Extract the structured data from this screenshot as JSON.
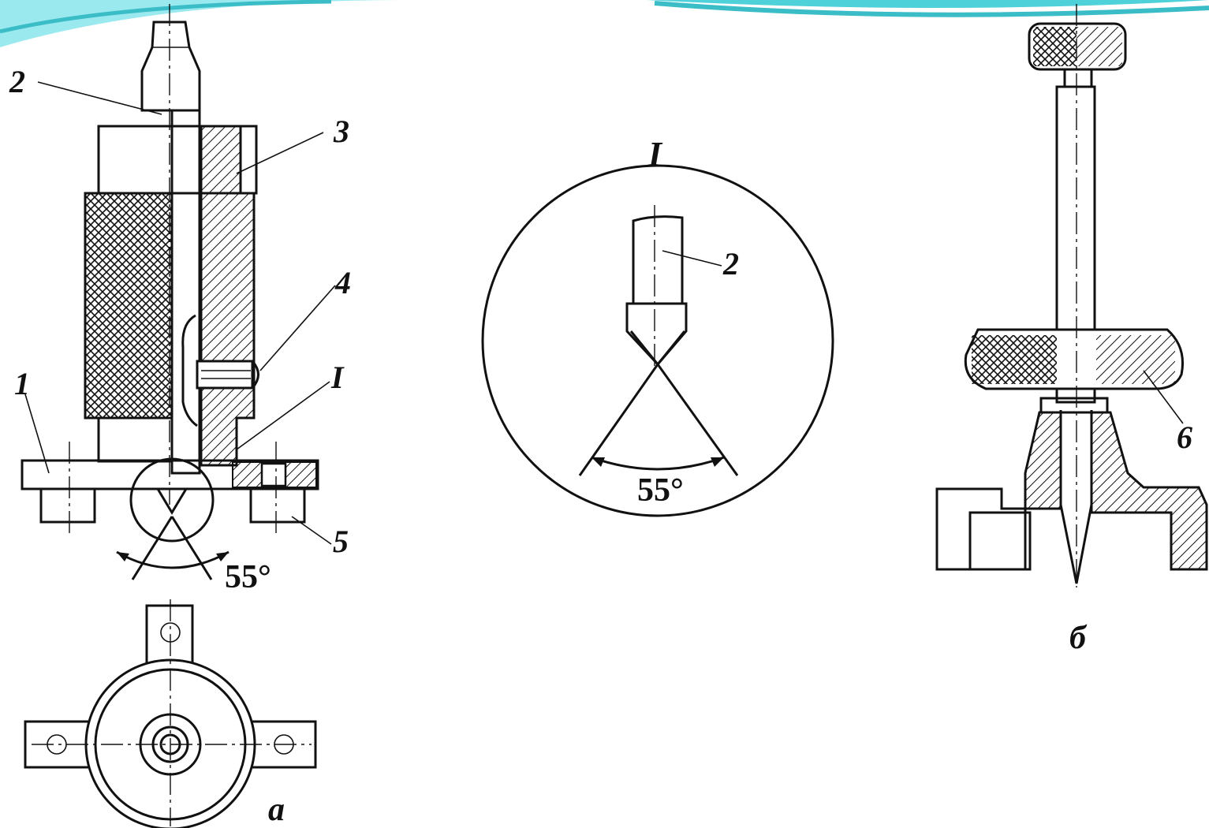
{
  "figure": {
    "view_a": {
      "callouts": [
        "2",
        "3",
        "4",
        "1",
        "I",
        "5"
      ],
      "angle": "55°",
      "caption": "а"
    },
    "detail_I": {
      "title": "I",
      "callout": "2",
      "angle": "55°"
    },
    "view_b": {
      "callout": "6",
      "caption": "б"
    }
  },
  "colors": {
    "ink": "#111111",
    "accent_banner": "#4fd1d9"
  }
}
